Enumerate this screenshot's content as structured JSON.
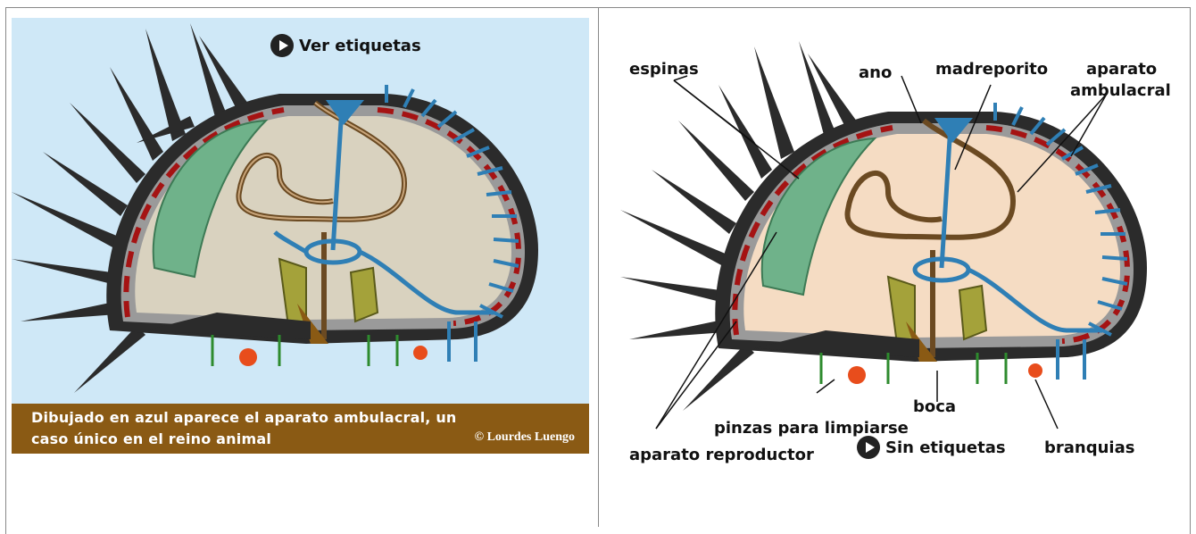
{
  "left": {
    "toggle_label": "Ver etiquetas",
    "caption_line1": "Dibujado en azul aparece el aparato ambulacral, un",
    "caption_line2": "caso único en el reino animal",
    "credit": "© Lourdes Luengo",
    "colors": {
      "background": "#cfe8f7",
      "caption": "#8a5a14"
    }
  },
  "right": {
    "toggle_label": "Sin etiquetas",
    "labels": {
      "espinas": "espinas",
      "ano": "ano",
      "madreporito": "madreporito",
      "aparato_ambulacral_1": "aparato",
      "aparato_ambulacral_2": "ambulacral",
      "boca": "boca",
      "pinzas": "pinzas para limpiarse",
      "reproductor": "aparato reproductor",
      "branquias": "branquias"
    },
    "colors": {
      "body": "#f5dcc3"
    }
  },
  "icons": [
    "play-icon"
  ]
}
